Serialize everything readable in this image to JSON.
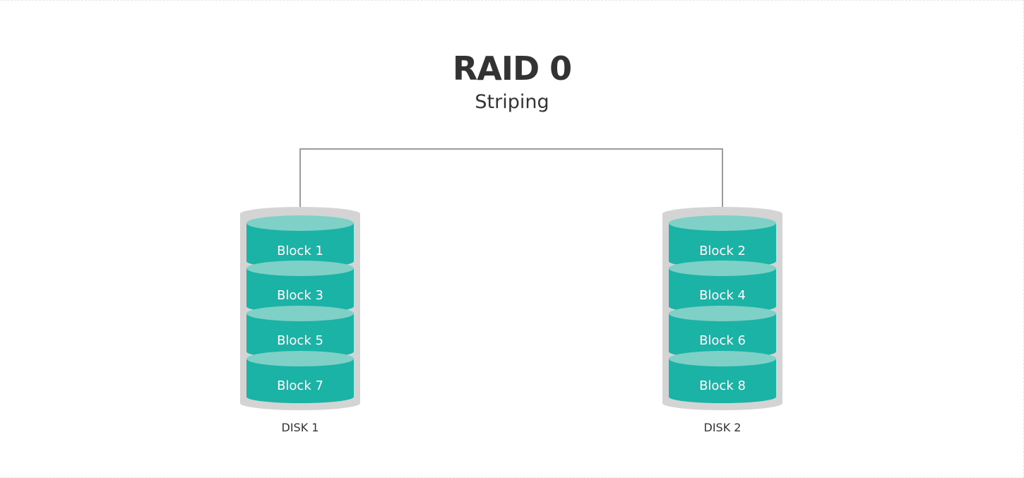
{
  "title": "RAID 0",
  "subtitle": "Striping",
  "colors": {
    "block_body": "#1ab3a6",
    "block_top": "#7fd1c8",
    "disk_shell": "#d4d4d4",
    "connector": "#9b9b9b",
    "text_dark": "#333333",
    "text_light": "#ffffff"
  },
  "disks": [
    {
      "label": "DISK 1",
      "blocks": [
        "Block 1",
        "Block 3",
        "Block 5",
        "Block 7"
      ]
    },
    {
      "label": "DISK 2",
      "blocks": [
        "Block 2",
        "Block 4",
        "Block 6",
        "Block 8"
      ]
    }
  ]
}
